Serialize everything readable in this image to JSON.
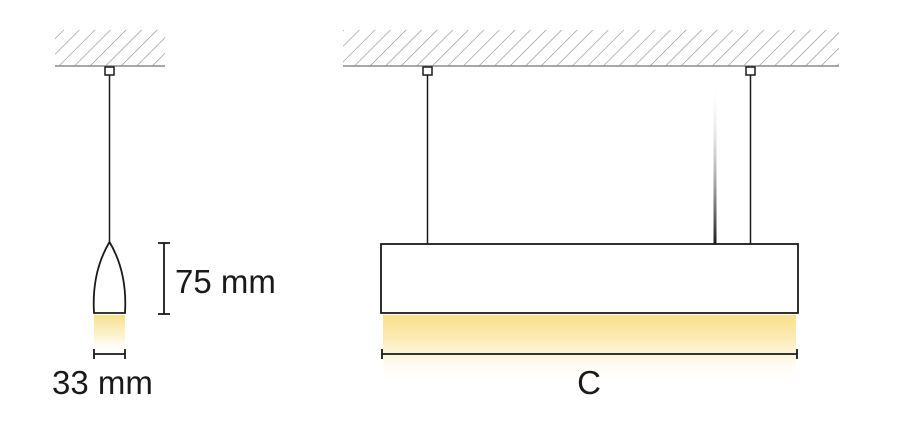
{
  "labels": {
    "height": "75 mm",
    "width": "33 mm",
    "length": "C"
  },
  "colors": {
    "line": "#1a1a1a",
    "hatch": "#8a8a8a",
    "glow": "#f9df8a",
    "background": "#ffffff"
  }
}
